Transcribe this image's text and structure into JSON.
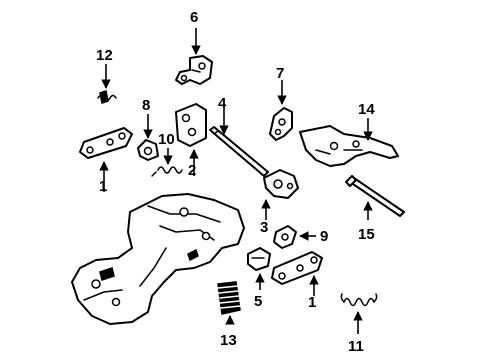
{
  "callouts": [
    {
      "id": "c1a",
      "label": "1"
    },
    {
      "id": "c1b",
      "label": "1"
    },
    {
      "id": "c2",
      "label": "2"
    },
    {
      "id": "c3",
      "label": "3"
    },
    {
      "id": "c4",
      "label": "4"
    },
    {
      "id": "c5",
      "label": "5"
    },
    {
      "id": "c6",
      "label": "6"
    },
    {
      "id": "c7",
      "label": "7"
    },
    {
      "id": "c8",
      "label": "8"
    },
    {
      "id": "c9",
      "label": "9"
    },
    {
      "id": "c10",
      "label": "10"
    },
    {
      "id": "c11",
      "label": "11"
    },
    {
      "id": "c12",
      "label": "12"
    },
    {
      "id": "c13",
      "label": "13"
    },
    {
      "id": "c14",
      "label": "14"
    },
    {
      "id": "c15",
      "label": "15"
    }
  ]
}
